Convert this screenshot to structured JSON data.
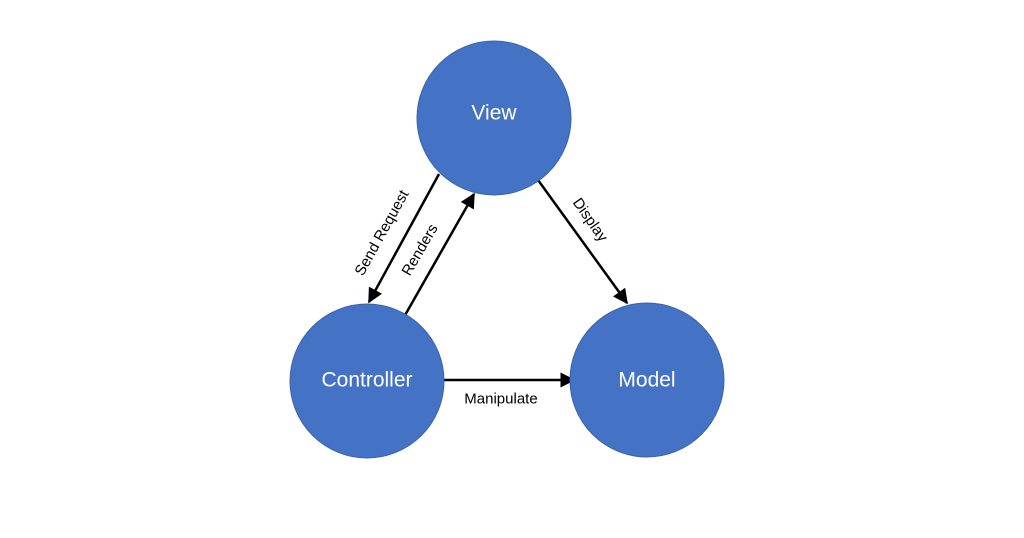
{
  "colors": {
    "node_fill": "#4472c4",
    "node_stroke": "#3a63ad",
    "edge": "#000000",
    "label": "#ffffff"
  },
  "nodes": {
    "view": "View",
    "controller": "Controller",
    "model": "Model"
  },
  "edges": {
    "send_request": "Send Request",
    "renders": "Renders",
    "display": "Display",
    "manipulate": "Manipulate"
  }
}
